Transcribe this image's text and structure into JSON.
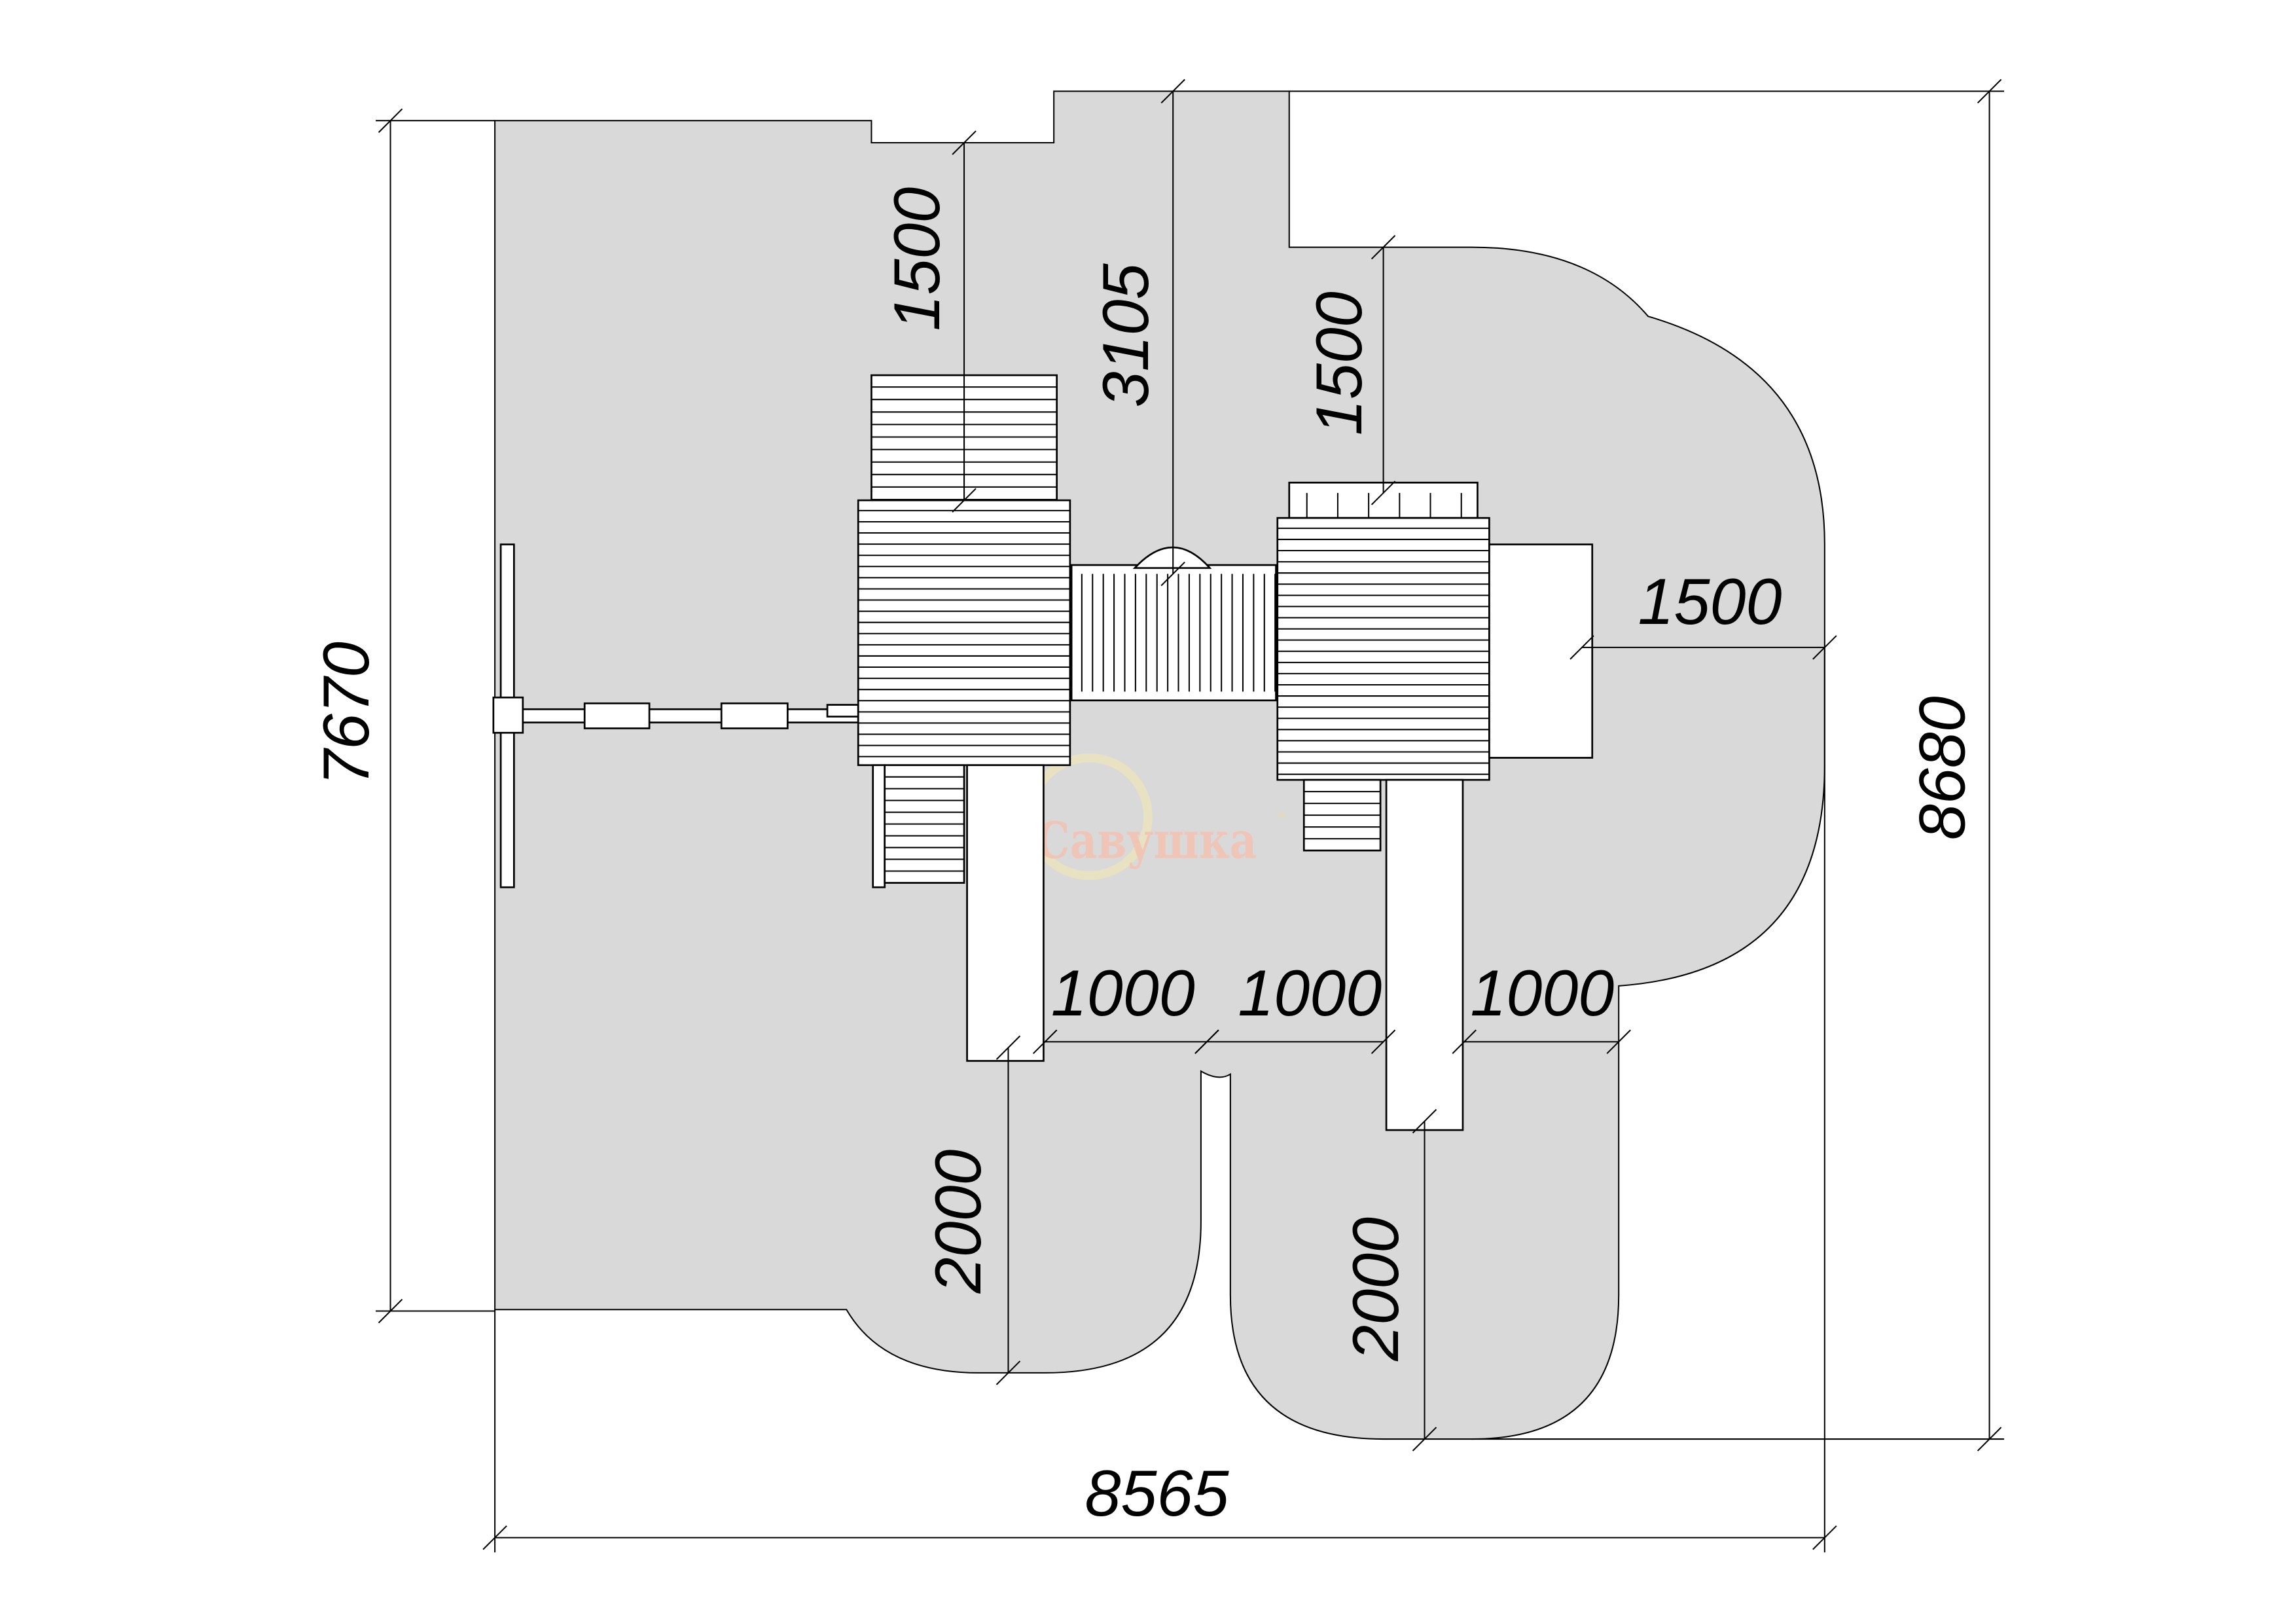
{
  "drawing": {
    "dimensions": {
      "overall_height_left": "7670",
      "overall_height_right": "8680",
      "overall_width": "8565",
      "left_tower_top_zone": "1500",
      "bridge_zone": "3105",
      "right_tower_top_zone": "1500",
      "right_side_zone": "1500",
      "gap_1": "1000",
      "gap_2": "1000",
      "gap_3": "1000",
      "left_slide_zone": "2000",
      "right_slide_zone": "2000"
    },
    "logo": {
      "text": "Савушка",
      "trademark": "™"
    },
    "colors": {
      "safety_zone": "#d9d9d9",
      "equipment": "#ffffff",
      "line": "#000000"
    }
  }
}
